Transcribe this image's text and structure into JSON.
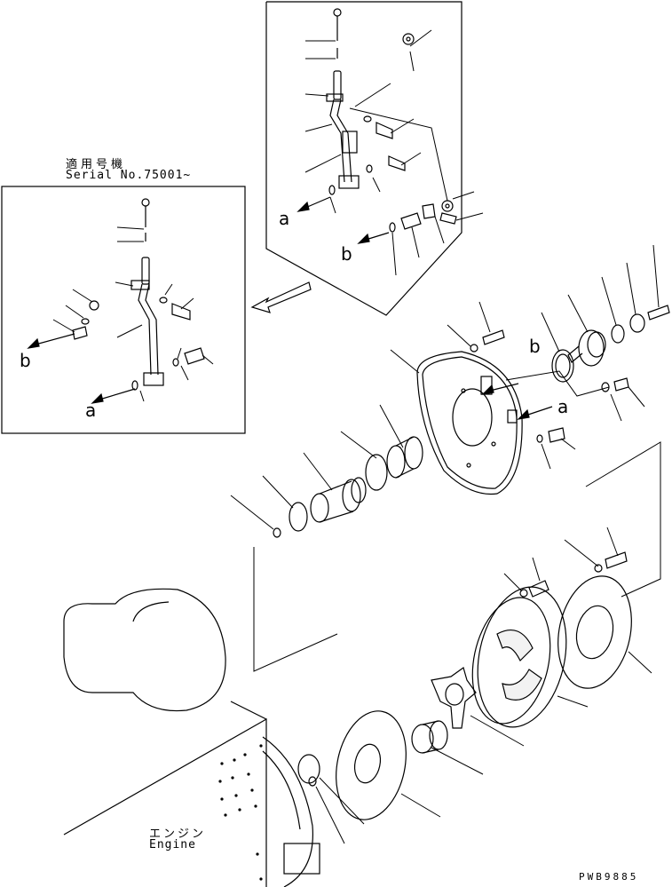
{
  "variant_box": {
    "heading_jp": "適用号機",
    "serial_no": "Serial No.75001~"
  },
  "engine_label": {
    "jp": "エンジン",
    "en": "Engine"
  },
  "drawing_code": "PWB9885",
  "reference_letters": {
    "a": "a",
    "b": "b"
  }
}
